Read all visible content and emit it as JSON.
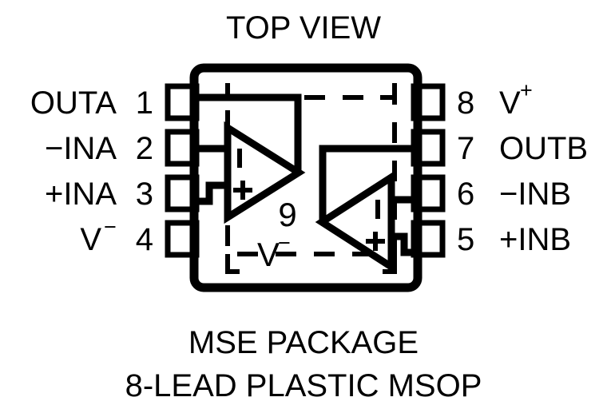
{
  "diagram": {
    "title": "TOP VIEW",
    "caption_line1": "MSE PACKAGE",
    "caption_line2": "8-LEAD PLASTIC MSOP",
    "ink_color": "#000000",
    "background_color": "#FFFFFF",
    "package_outline_name": "msop-package-body",
    "exposed_pad": {
      "number": "9",
      "net_label": "V",
      "net_superscript": "−"
    },
    "amplifiers": [
      {
        "id": "A",
        "orientation": "right",
        "inverting_mark": "−",
        "noninverting_mark": "+"
      },
      {
        "id": "B",
        "orientation": "left",
        "inverting_mark": "−",
        "noninverting_mark": "+"
      }
    ],
    "pins_left": [
      {
        "number": "1",
        "label": "OUTA",
        "superscript": ""
      },
      {
        "number": "2",
        "label": "−INA",
        "superscript": ""
      },
      {
        "number": "3",
        "label": "+INA",
        "superscript": ""
      },
      {
        "number": "4",
        "label": "V",
        "superscript": "−"
      }
    ],
    "pins_right": [
      {
        "number": "8",
        "label": "V",
        "superscript": "+"
      },
      {
        "number": "7",
        "label": "OUTB",
        "superscript": ""
      },
      {
        "number": "6",
        "label": "−INB",
        "superscript": ""
      },
      {
        "number": "5",
        "label": "+INB",
        "superscript": ""
      }
    ]
  }
}
